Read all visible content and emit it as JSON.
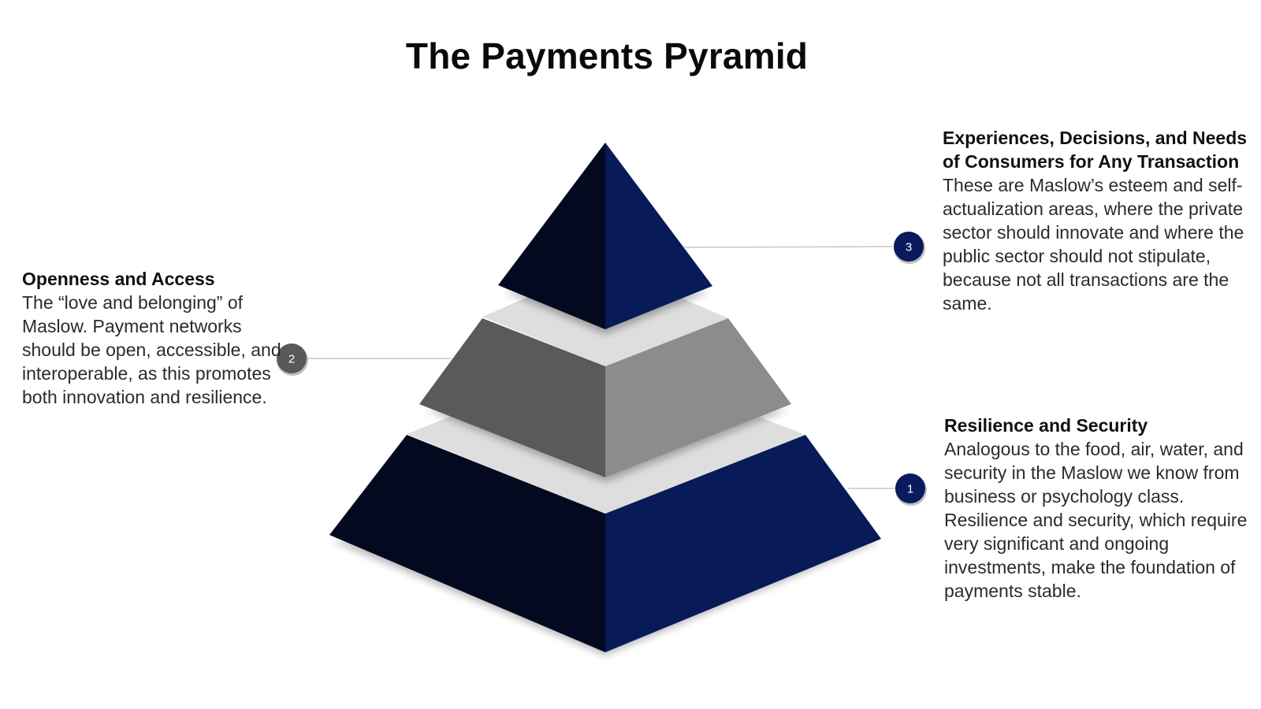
{
  "title": "The Payments Pyramid",
  "colors": {
    "navy_dark": "#03091f",
    "navy": "#081a57",
    "gray_dark": "#5a5a5a",
    "gray_light": "#8c8c8c",
    "ledge": "#dedede",
    "marker_gray": "#595959",
    "marker_navy": "#0a1a5c"
  },
  "levels": [
    {
      "number": "3",
      "heading": "Experiences, Decisions, and Needs of Consumers for Any Transaction",
      "description": "These are Maslow’s esteem and self-actualization areas, where the private sector should innovate and where the public sector should not stipulate, because not all transactions are the same."
    },
    {
      "number": "2",
      "heading": "Openness and Access",
      "description": "The “love and belonging” of Maslow. Payment networks should be open, accessible, and interoperable, as this promotes both innovation and resilience."
    },
    {
      "number": "1",
      "heading": "Resilience and Security",
      "description": "Analogous to the food, air, water, and security in the Maslow we know from business or psychology class. Resilience and security, which require very significant and ongoing investments, make the foundation of payments stable."
    }
  ]
}
